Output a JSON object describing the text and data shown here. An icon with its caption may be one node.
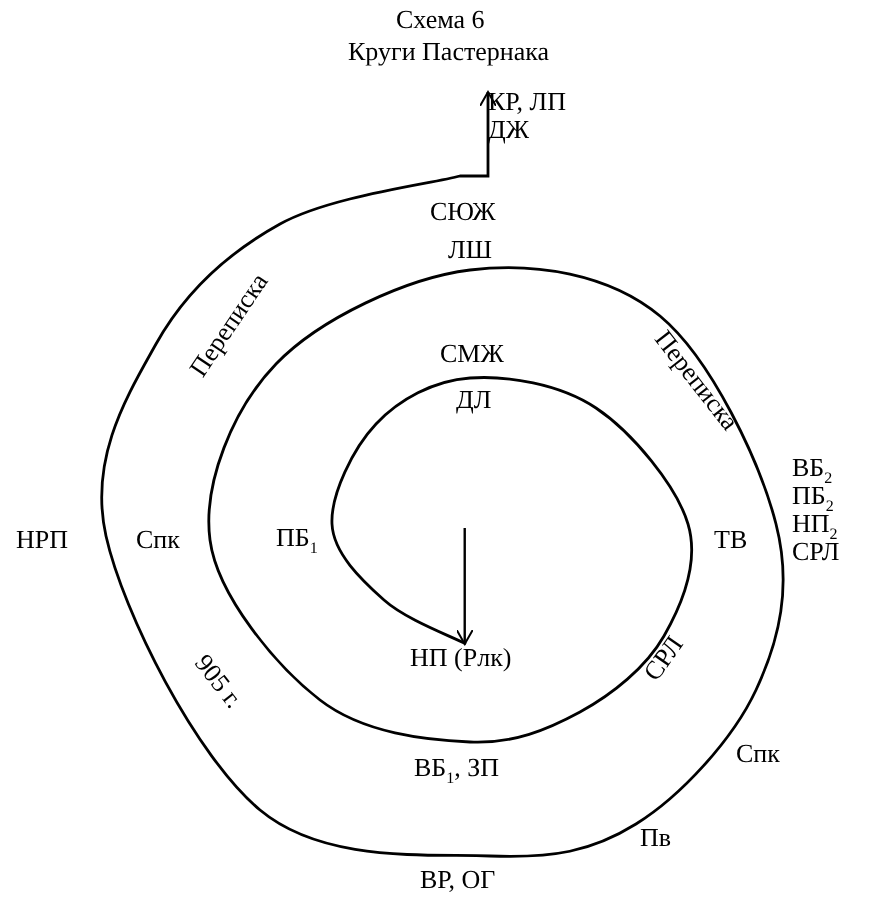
{
  "diagram": {
    "title": "Схема 6",
    "nodes": [
      {
        "text": [
          "НП (Рлк)"
        ]
      },
      {
        "text": [
          "КР, ЛП ДЖ"
        ]
      }
    ],
    "edges": [
      {
        "from": null,
        "to": 0,
        "arrow": "to"
      },
      {
        "from": 0,
        "to": 1,
        "arrow": "to"
      }
    ],
    "labels": [
      "Круги Пастернака",
      "СЮЖ",
      "ЛШ",
      "Переписка",
      "Переписка",
      "СМЖ",
      "ДЛ",
      "ВБ$_{2}$",
      "ПБ$_{2}$",
      "НП$_{2}$",
      "СРЛ",
      "НРП",
      "Спк",
      "ПБ$_{1}$",
      "ТВ",
      "905 г.",
      "СРЛ",
      "ВБ$_{1}$, ЗП",
      "Спк",
      "Пв",
      "ВР, ОГ"
    ]
  }
}
